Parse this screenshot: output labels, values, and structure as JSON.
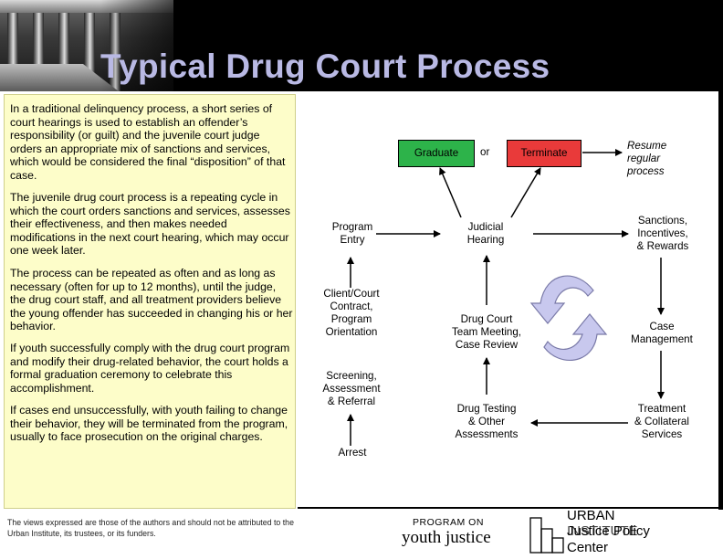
{
  "title": "Typical Drug Court Process",
  "text_panel": {
    "paragraphs": [
      "In a traditional delinquency process, a short series of court hearings is used to establish an offender’s responsibility (or guilt) and the juvenile court judge orders an appropriate mix of sanctions and services, which would be considered the final “disposition” of that case.",
      "The juvenile drug court process is a repeating cycle in which the court orders sanctions and services, assesses their effectiveness, and then makes needed modifications in the next court hearing, which may occur one week later.",
      "The process can be repeated as often and as long as necessary (often for up to 12 months), until the judge, the drug court staff, and all treatment providers believe the young offender has succeeded in changing his or her behavior.",
      "If youth successfully comply with the drug court program and modify their drug-related behavior, the court holds a formal graduation ceremony to celebrate this accomplishment.",
      "If cases end unsuccessfully, with youth failing to change their behavior, they will be terminated from the program, usually to face prosecution on the original charges."
    ],
    "disclaimer": "The views expressed are those of the authors and should not be attributed to the Urban Institute, its trustees, or its funders."
  },
  "diagram": {
    "graduate": "Graduate",
    "or": "or",
    "terminate": "Terminate",
    "resume": [
      "Resume",
      "regular",
      "process"
    ],
    "program_entry": [
      "Program",
      "Entry"
    ],
    "judicial_hearing": [
      "Judicial",
      "Hearing"
    ],
    "sanctions": [
      "Sanctions,",
      "Incentives,",
      "& Rewards"
    ],
    "client_court": [
      "Client/Court",
      "Contract,",
      "Program",
      "Orientation"
    ],
    "team_meeting": [
      "Drug Court",
      "Team Meeting,",
      "Case Review"
    ],
    "case_management": [
      "Case",
      "Management"
    ],
    "screening": [
      "Screening,",
      "Assessment",
      "& Referral"
    ],
    "drug_testing": [
      "Drug Testing",
      "& Other",
      "Assessments"
    ],
    "treatment": [
      "Treatment",
      "& Collateral",
      "Services"
    ],
    "arrest": "Arrest"
  },
  "footer": {
    "program_on": "PROGRAM ON",
    "youth_justice": "youth justice",
    "urban": "URBAN",
    "institute": "INSTITUTE",
    "justice_policy": "Justice Policy",
    "center": "Center"
  },
  "colors": {
    "graduate": "#2db34a",
    "terminate": "#e93a3a",
    "panel": "#fdfdc9",
    "cycle_arrows": "#c8c8ee",
    "title": "#b9b9e4"
  }
}
